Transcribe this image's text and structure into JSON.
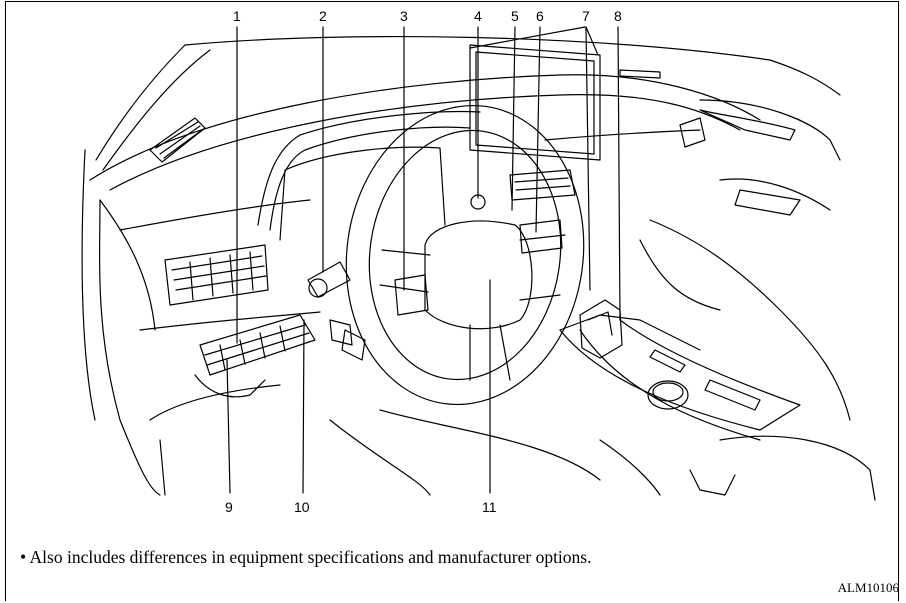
{
  "callouts": [
    {
      "id": "1",
      "label": "1"
    },
    {
      "id": "2",
      "label": "2"
    },
    {
      "id": "3",
      "label": "3"
    },
    {
      "id": "4",
      "label": "4"
    },
    {
      "id": "5",
      "label": "5"
    },
    {
      "id": "6",
      "label": "6"
    },
    {
      "id": "7",
      "label": "7"
    },
    {
      "id": "8",
      "label": "8"
    },
    {
      "id": "9",
      "label": "9"
    },
    {
      "id": "10",
      "label": "10"
    },
    {
      "id": "11",
      "label": "11"
    }
  ],
  "note": "• Also includes differences in equipment specifications and manufacturer options.",
  "reference_code": "ALM10106"
}
